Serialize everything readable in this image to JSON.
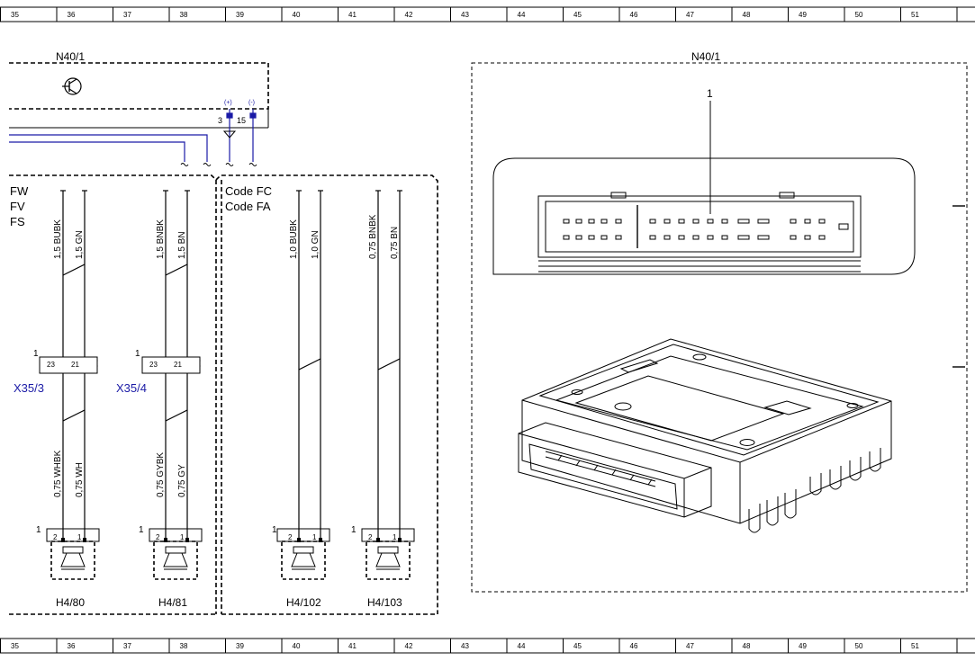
{
  "grid_ruler": {
    "columns": [
      "35",
      "36",
      "37",
      "38",
      "39",
      "40",
      "41",
      "42",
      "43",
      "44",
      "45",
      "46",
      "47",
      "48",
      "49",
      "50",
      "51"
    ]
  },
  "left_schematic": {
    "module_title": "N40/1",
    "pins": [
      "3",
      "15"
    ],
    "pin_signs": [
      "(+)",
      "(-)"
    ],
    "codes_left": [
      "FW",
      "FV",
      "FS"
    ],
    "codes_right": [
      "Code FC",
      "Code FA"
    ],
    "pin1_marker": "1",
    "wires": [
      {
        "top": "1,5 BUBK",
        "bottom": "0,75 WHBK"
      },
      {
        "top": "1,5 GN",
        "bottom": "0,75 WH"
      },
      {
        "top": "1,5 BNBK",
        "bottom": "0,75 GYBK"
      },
      {
        "top": "1,5 BN",
        "bottom": "0,75 GY"
      },
      {
        "top": "1,0 BUBK"
      },
      {
        "top": "1,0 GN"
      },
      {
        "top": "0,75 BNBK"
      },
      {
        "top": "0,75 BN"
      }
    ],
    "connectors": [
      {
        "label": "X35/3",
        "pins": [
          "23",
          "21"
        ]
      },
      {
        "label": "X35/4",
        "pins": [
          "23",
          "21"
        ]
      }
    ],
    "speakers": [
      {
        "label": "H4/80",
        "pins": [
          "2",
          "1"
        ]
      },
      {
        "label": "H4/81",
        "pins": [
          "2",
          "1"
        ]
      },
      {
        "label": "H4/102",
        "pins": [
          "2",
          "1"
        ]
      },
      {
        "label": "H4/103",
        "pins": [
          "2",
          "1"
        ]
      }
    ]
  },
  "right_panel": {
    "title": "N40/1",
    "callout": "1"
  },
  "colors": {
    "wire_blue": "#1a1aa6",
    "line": "#000000"
  }
}
